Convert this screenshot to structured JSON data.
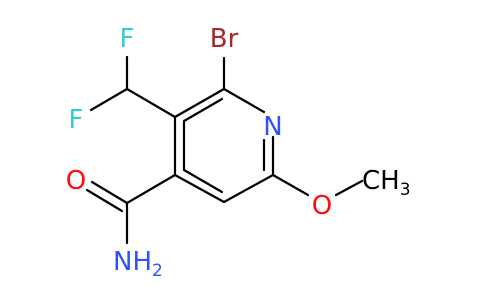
{
  "molecule": {
    "atoms": {
      "F_top": "F",
      "F_left": "F",
      "Br": "Br",
      "N": "N",
      "O_carbonyl": "O",
      "O_ether": "O",
      "CH3_C": "CH",
      "CH3_sub": "3",
      "NH2_N": "NH",
      "NH2_sub": "2"
    }
  },
  "colors": {
    "bond": "#000000",
    "halogen_F": "#33cccc",
    "halogen_Br": "#a62929",
    "nitrogen": "#3050f8",
    "oxygen": "#ff0d0d",
    "carbon": "#000000"
  }
}
